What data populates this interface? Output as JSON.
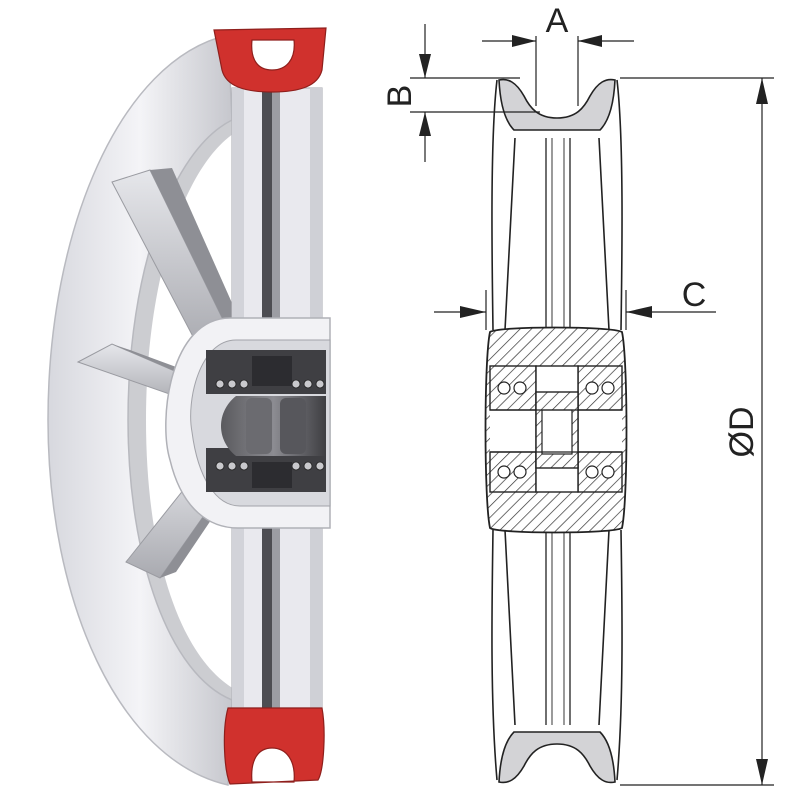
{
  "labels": {
    "A": "A",
    "B": "B",
    "C": "C",
    "D": "ØD"
  },
  "colors": {
    "groove_red": "#d0312d",
    "wheel_white": "#ececf0",
    "wheel_shade": "#c9cad0",
    "metal_dark": "#4a4a4a",
    "line": "#222222"
  }
}
